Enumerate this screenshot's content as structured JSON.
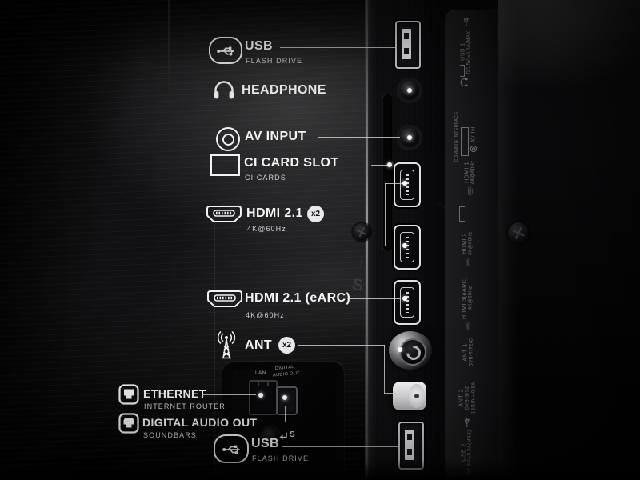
{
  "callouts": [
    {
      "id": "usb-top",
      "icon": "usb-icon",
      "title": "USB",
      "subtitle": "FLASH DRIVE"
    },
    {
      "id": "headphone",
      "icon": "headphone-icon",
      "title": "HEADPHONE",
      "subtitle": ""
    },
    {
      "id": "av-input",
      "icon": "av-icon",
      "title": "AV INPUT",
      "subtitle": ""
    },
    {
      "id": "ci-card-slot",
      "icon": "ci-icon",
      "title": "CI CARD SLOT",
      "subtitle": "CI CARDS"
    },
    {
      "id": "hdmi-x2",
      "icon": "hdmi-icon",
      "title": "HDMI 2.1",
      "badge": "x2",
      "subtitle": "4K@60Hz"
    },
    {
      "id": "hdmi-earc",
      "icon": "hdmi-icon",
      "title": "HDMI 2.1 (eARC)",
      "subtitle": "4K@60Hz"
    },
    {
      "id": "ant",
      "icon": "antenna-icon",
      "title": "ANT",
      "badge": "x2",
      "subtitle": ""
    },
    {
      "id": "ethernet",
      "icon": "ethernet-icon",
      "title": "ETHERNET",
      "subtitle": "INTERNET ROUTER"
    },
    {
      "id": "digital-audio-out",
      "icon": "optical-icon",
      "title": "DIGITAL AUDIO OUT",
      "subtitle": "SOUNDBARS"
    },
    {
      "id": "usb-bottom",
      "icon": "usb-icon",
      "title": "USB",
      "subtitle": "FLASH DRIVE"
    }
  ],
  "rear_panel_labels": {
    "lan": "LAN",
    "digital_audio_line1": "DIGITAL",
    "digital_audio_line2": "AUDIO OUT",
    "service": "S"
  },
  "molded_marks": {
    "arrow": "↑",
    "letter": "S"
  },
  "side_labels": [
    {
      "id": "usb-1",
      "line1": "USB 1",
      "line2": "DC 5V⎓0.5A(MAX)"
    },
    {
      "id": "common-interface",
      "line1": "COMMON INTERFACE"
    },
    {
      "id": "av-in",
      "line1": "AV IN"
    },
    {
      "id": "hdmi-1",
      "line1": "HDMI 1",
      "line2": "4K@60Hz"
    },
    {
      "id": "hdmi-2",
      "line1": "HDMI 2",
      "line2": "4K@60Hz"
    },
    {
      "id": "hdmi-3",
      "line1": "HDMI 3(eARC)",
      "line2": "4K@60Hz"
    },
    {
      "id": "ant-1",
      "line1": "ANT 1",
      "line2": "DVB-T/T2/C"
    },
    {
      "id": "ant-2",
      "line1": "ANT 2",
      "line2": "DVB-S/S2",
      "line3": "13/18V⎓0.5A"
    },
    {
      "id": "usb-2",
      "line1": "USB 2",
      "line2": "DC 5V⎓0.5A(MAX)"
    }
  ],
  "colors": {
    "label_text": "#f5f5f6",
    "subtitle_text": "#cfcfd2",
    "callout_line": "#d6d6d8",
    "side_label_text": "#737375",
    "badge_bg": "#e9e9ec",
    "badge_text": "#141416",
    "background": "#08080a"
  }
}
